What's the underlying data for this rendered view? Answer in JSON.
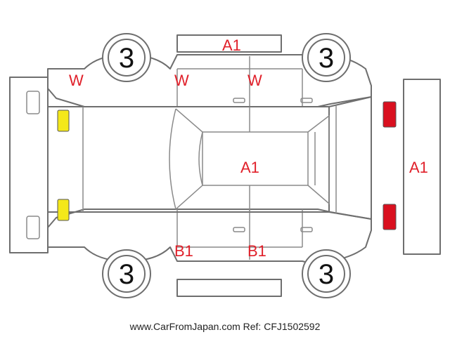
{
  "colors": {
    "damage": "#e0202a",
    "lamp_front": "#f4e81a",
    "lamp_rear": "#d9101f",
    "line": "#6e6e6e"
  },
  "marks": {
    "roof_top": "A1",
    "w_front_left": "W",
    "w_left_door_front": "W",
    "w_left_door_rear": "W",
    "roof_center": "A1",
    "rear_panel": "A1",
    "b1_right_door_front": "B1",
    "b1_right_door_rear": "B1"
  },
  "wheels": {
    "front_left": "3",
    "rear_left": "3",
    "front_right": "3",
    "rear_right": "3"
  },
  "footer": "www.CarFromJapan.com Ref: CFJ1502592"
}
